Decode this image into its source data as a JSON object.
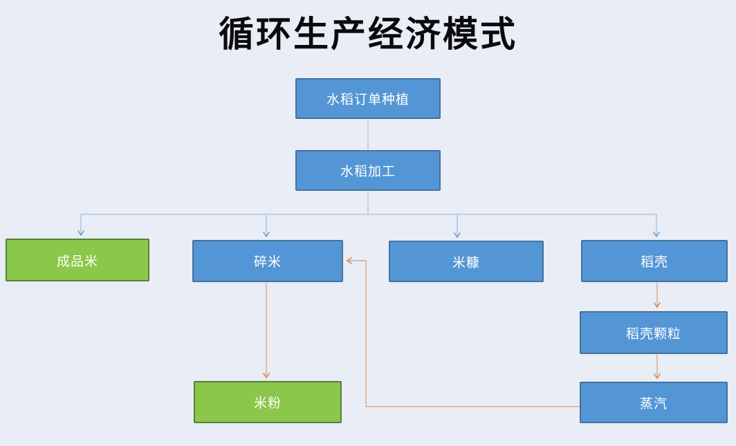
{
  "title": "循环生产经济模式",
  "nodes": [
    {
      "id": "rice-planting",
      "label": "水稻订单种植",
      "color": "blue"
    },
    {
      "id": "rice-processing",
      "label": "水稻加工",
      "color": "blue"
    },
    {
      "id": "finished-rice",
      "label": "成品米",
      "color": "green"
    },
    {
      "id": "broken-rice",
      "label": "碎米",
      "color": "blue"
    },
    {
      "id": "rice-bran",
      "label": "米糠",
      "color": "blue"
    },
    {
      "id": "rice-husk",
      "label": "稻壳",
      "color": "blue"
    },
    {
      "id": "husk-pellets",
      "label": "稻壳颗粒",
      "color": "blue"
    },
    {
      "id": "steam",
      "label": "蒸汽",
      "color": "blue"
    },
    {
      "id": "rice-noodles",
      "label": "米粉",
      "color": "green"
    }
  ],
  "edges": [
    {
      "from": "水稻订单种植",
      "to": "水稻加工",
      "style": "plain-gray"
    },
    {
      "from": "水稻加工",
      "to": "成品米",
      "style": "blue-arrow"
    },
    {
      "from": "水稻加工",
      "to": "碎米",
      "style": "blue-arrow"
    },
    {
      "from": "水稻加工",
      "to": "米糠",
      "style": "blue-arrow"
    },
    {
      "from": "水稻加工",
      "to": "稻壳",
      "style": "blue-arrow"
    },
    {
      "from": "碎米",
      "to": "米粉",
      "style": "orange-arrow"
    },
    {
      "from": "稻壳",
      "to": "稻壳颗粒",
      "style": "orange-arrow"
    },
    {
      "from": "稻壳颗粒",
      "to": "蒸汽",
      "style": "orange-arrow"
    },
    {
      "from": "蒸汽",
      "to": "碎米",
      "style": "orange-arrow-feedback"
    }
  ],
  "colors": {
    "background": "#e9edf5",
    "blue_node_fill": "#5496d5",
    "blue_node_border": "#45719d",
    "green_node_fill": "#8bc74a",
    "green_node_border": "#55803b",
    "node_text": "#ffffff",
    "title_text": "#0b0b0e",
    "tree_line": "#a5bddd",
    "tree_arrowhead": "#6f9ace",
    "stem_line": "#b6c0cf",
    "orange_line": "#d9a87e",
    "orange_arrowhead": "#d8854f"
  }
}
